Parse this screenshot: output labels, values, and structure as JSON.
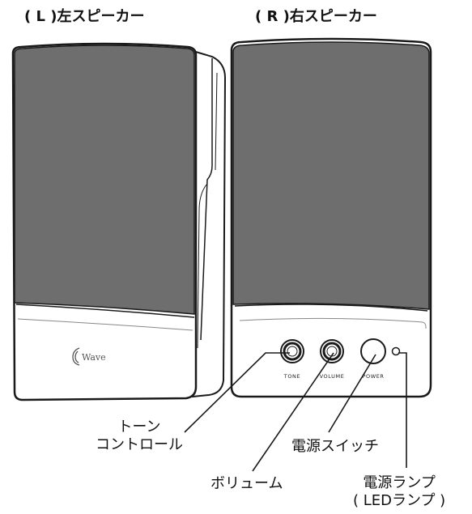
{
  "titles": {
    "left": "( L )左スピーカー",
    "right": "( R )右スピーカー"
  },
  "panel_labels": {
    "tone": "TONE",
    "volume": "VOLUME",
    "power": "POWER"
  },
  "logo_text": "Wave",
  "callouts": {
    "tone_control_line1": "トーン",
    "tone_control_line2": "コントロール",
    "volume": "ボリューム",
    "power_switch": "電源スイッチ",
    "power_lamp_line1": "電源ランプ",
    "power_lamp_line2": "( LEDランプ )"
  },
  "colors": {
    "grille": "#6e6e6e",
    "outline": "#1a1a1a",
    "panel": "#ffffff"
  },
  "icons": {
    "logo": "wave-logo-icon",
    "tone_knob": "knob-icon",
    "volume_knob": "knob-icon",
    "power_button": "power-button-icon",
    "led": "led-icon"
  }
}
